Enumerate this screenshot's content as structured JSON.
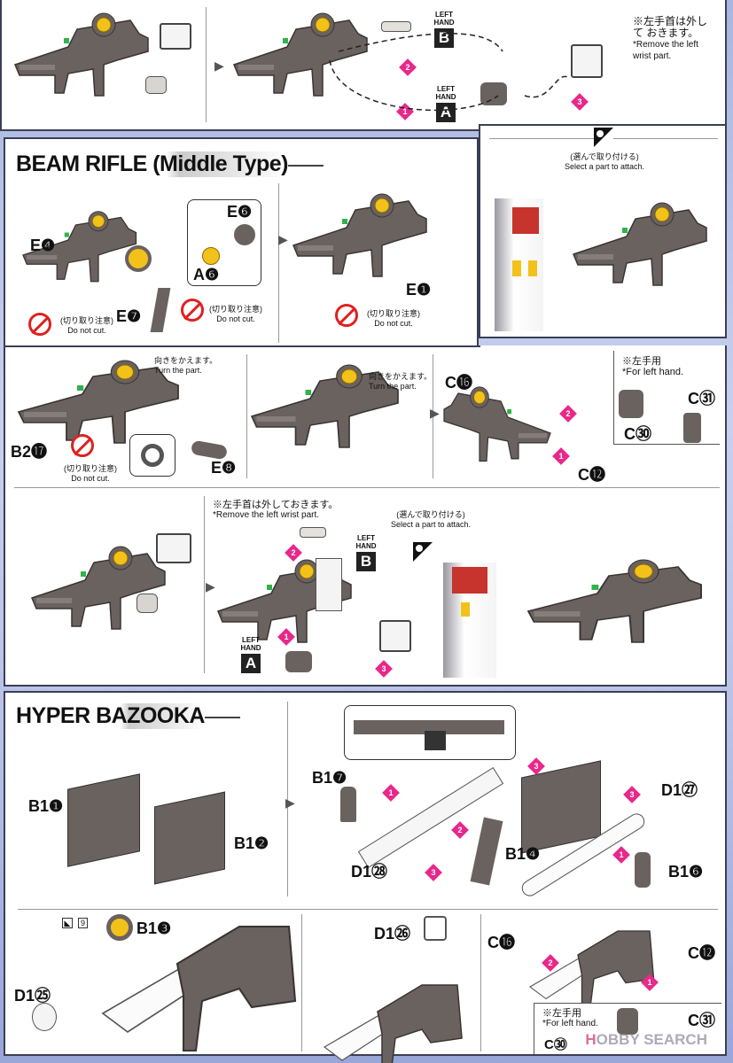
{
  "top": {
    "left_hand_b": {
      "label": "LEFT HAND",
      "letter": "B"
    },
    "left_hand_a": {
      "label": "LEFT HAND",
      "letter": "A"
    },
    "note_jp": "※左手首は外して おきます。",
    "note_en": "*Remove the left wrist part.",
    "steps": [
      "1",
      "2",
      "3"
    ]
  },
  "select_part": {
    "jp": "(選んで取り付ける)",
    "en": "Select a part to attach."
  },
  "beam_rifle": {
    "title": "BEAM RIFLE (Middle Type)",
    "parts": {
      "e4": "E❹",
      "e6": "E❻",
      "a6": "A❻",
      "e7": "E❼",
      "e1": "E❶",
      "b217": "B2⓱",
      "e8": "E❽",
      "c16": "C⓰",
      "c12": "C⓬",
      "c31": "C㉛",
      "c30": "C㉚"
    },
    "do_not_cut_jp": "(切り取り注意)",
    "do_not_cut_en": "Do not cut.",
    "turn_jp": "向きをかえます。",
    "turn_en": "Turn the part.",
    "left_hand_jp": "※左手用",
    "left_hand_en": "*For left hand.",
    "remove_jp": "※左手首は外しておきます。",
    "remove_en": "*Remove the left wrist part.",
    "hand_b": {
      "label": "LEFT HAND",
      "letter": "B"
    },
    "hand_a": {
      "label": "LEFT HAND",
      "letter": "A"
    }
  },
  "hyper_bazooka": {
    "title": "HYPER BAZOOKA",
    "parts": {
      "b11": "B1❶",
      "b12": "B1❷",
      "b17": "B1❼",
      "d128": "D1㉘",
      "b14": "B1❹",
      "d127": "D1㉗",
      "b16": "B1❻",
      "b13": "B1❸",
      "d125": "D1㉕",
      "d126": "D1㉖",
      "c16": "C⓰",
      "c12": "C⓬",
      "c31": "C㉛",
      "c30": "C㉚"
    },
    "tool_num": "9",
    "left_hand_jp": "※左手用",
    "left_hand_en": "*For left hand."
  },
  "watermark": {
    "h": "H",
    "text": "OBBY SEARCH"
  },
  "colors": {
    "step": "#e8288a",
    "part": "#6a625f",
    "yellow": "#f2c21a"
  }
}
